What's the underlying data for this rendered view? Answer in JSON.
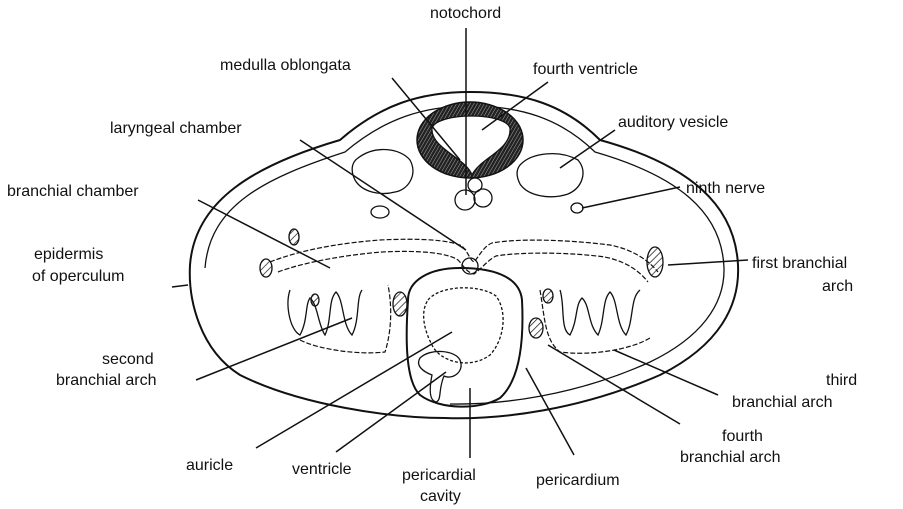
{
  "labels": {
    "notochord": "notochord",
    "medulla_oblongata": "medulla  oblongata",
    "fourth_ventricle": "fourth   ventricle",
    "laryngeal_chamber": "laryngeal  chamber",
    "auditory_vesicle": "auditory  vesicle",
    "branchial_chamber": "branchial  chamber",
    "ninth_nerve": "ninth  nerve",
    "epidermis_1": "epidermis",
    "epidermis_2": "of  operculum",
    "first_branchial_1": "first  branchial",
    "first_branchial_2": "arch",
    "second_branchial_1": "second",
    "second_branchial_2": "branchial  arch",
    "third_branchial_1": "third",
    "third_branchial_2": "branchial   arch",
    "fourth_branchial_1": "fourth",
    "fourth_branchial_2": "branchial  arch",
    "auricle": "auricle",
    "ventricle": "ventricle",
    "pericardial_cavity_1": "pericardial",
    "pericardial_cavity_2": "cavity",
    "pericardium": "pericardium"
  }
}
